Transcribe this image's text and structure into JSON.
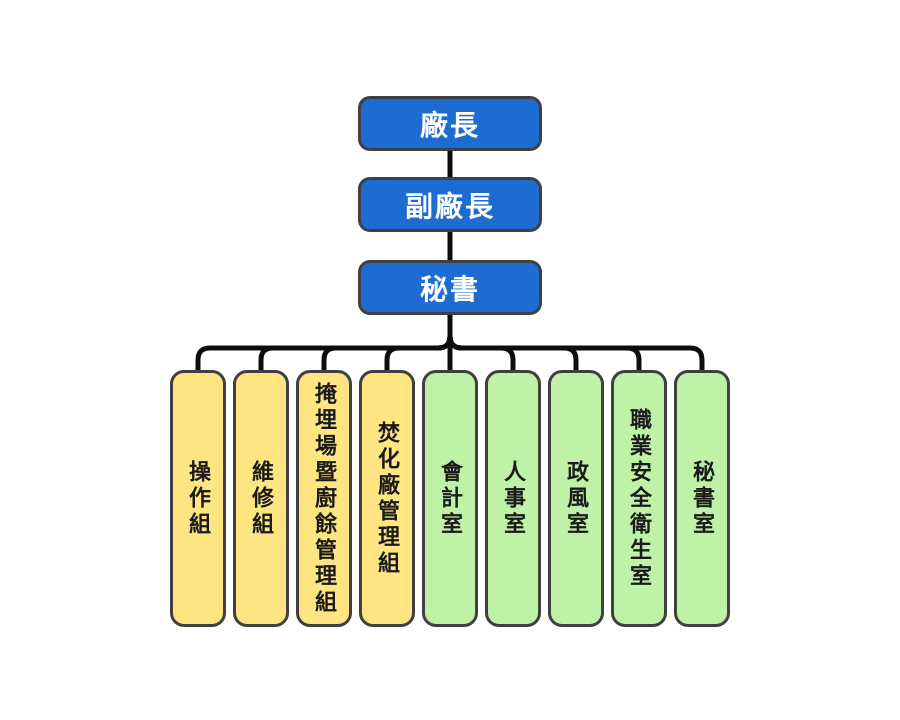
{
  "diagram": {
    "type": "org-chart",
    "chain": [
      {
        "label": "廠長"
      },
      {
        "label": "副廠長"
      },
      {
        "label": "秘書"
      }
    ],
    "departments": [
      {
        "label": "操作組",
        "group": "yellow"
      },
      {
        "label": "維修組",
        "group": "yellow"
      },
      {
        "label": "掩埋場暨廚餘管理組",
        "group": "yellow"
      },
      {
        "label": "焚化廠管理組",
        "group": "yellow"
      },
      {
        "label": "會計室",
        "group": "green"
      },
      {
        "label": "人事室",
        "group": "green"
      },
      {
        "label": "政風室",
        "group": "green"
      },
      {
        "label": "職業安全衛生室",
        "group": "green"
      },
      {
        "label": "秘書室",
        "group": "green"
      }
    ],
    "colors": {
      "chain_fill": "#1E6CD2",
      "chain_text": "#FFFFFF",
      "yellow_fill": "#FFE582",
      "green_fill": "#BFF2A6",
      "node_border": "#404040",
      "dept_text": "#1A1A1A",
      "connector": "#0D0D0D",
      "background": "#FFFFFF"
    }
  }
}
